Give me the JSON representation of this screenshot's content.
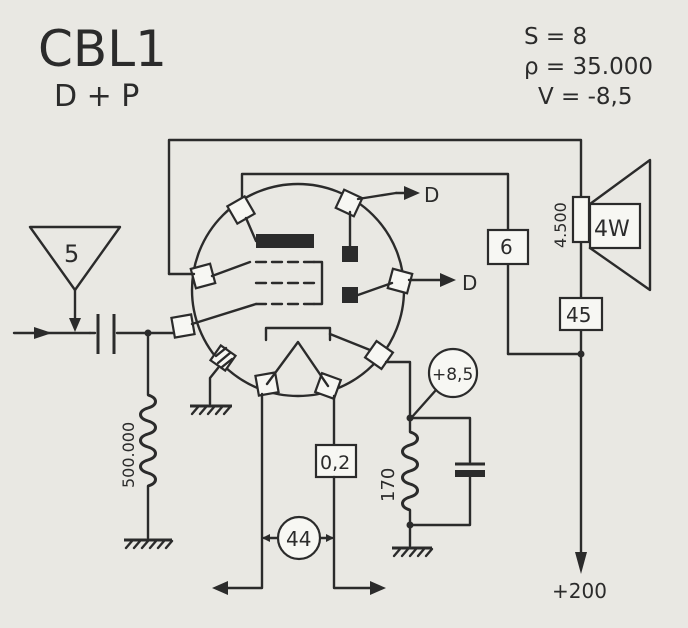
{
  "tube": {
    "name": "CBL1",
    "function": "D + P"
  },
  "specs": {
    "s": "S = 8",
    "rho": "ρ = 35.000",
    "v": "V = -8,5"
  },
  "labels": {
    "input_triangle": "5",
    "grid_resistor": "500.000",
    "anode_resistor": "6",
    "speaker_transformer": "4.500",
    "speaker_power": "4W",
    "supply_resistor": "45",
    "cathode_bias": "+8,5",
    "cathode_resistor": "170",
    "heater_value": "0,2",
    "heater_voltage": "44",
    "diode_out_1": "D",
    "diode_out_2": "D",
    "supply": "+200"
  }
}
